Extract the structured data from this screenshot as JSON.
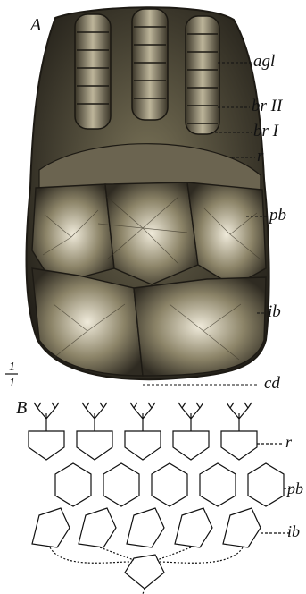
{
  "panel_a": {
    "letter": "A",
    "labels": {
      "agl": "agl",
      "br2": "br II",
      "br1": "br I",
      "r": "r",
      "pb": "pb",
      "ib": "ib",
      "cd": "cd"
    },
    "scale": {
      "num": "1",
      "den": "1"
    }
  },
  "panel_b": {
    "letter": "B",
    "labels": {
      "r": "r",
      "pb": "pb",
      "ib": "ib"
    }
  },
  "colors": {
    "fossil_dark": "#2e2a22",
    "fossil_mid": "#6b6450",
    "fossil_light": "#d8d3bf",
    "ink": "#111111"
  }
}
